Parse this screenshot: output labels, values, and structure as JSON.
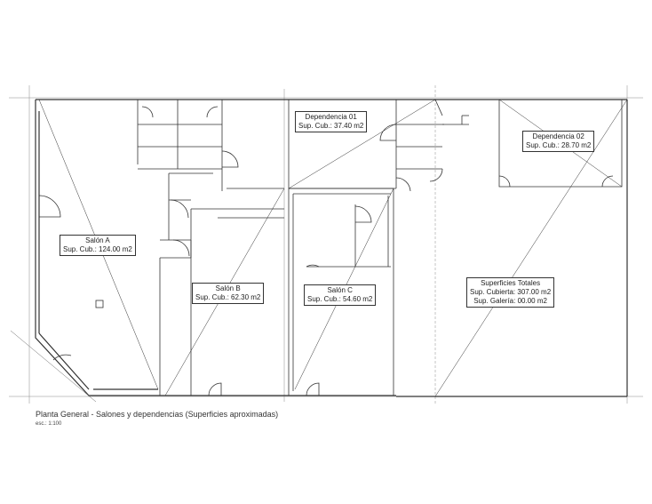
{
  "rooms": {
    "salon_a": {
      "name": "Salón A",
      "area": "Sup. Cub.: 124.00 m2"
    },
    "salon_b": {
      "name": "Salón B",
      "area": "Sup. Cub.: 62.30 m2"
    },
    "salon_c": {
      "name": "Salón C",
      "area": "Sup. Cub.: 54.60 m2"
    },
    "dependencia_01": {
      "name": "Dependencia 01",
      "area": "Sup. Cub.: 37.40 m2"
    },
    "dependencia_02": {
      "name": "Dependencia 02",
      "area": "Sup. Cub.: 28.70 m2"
    }
  },
  "totals": {
    "title": "Superficies Totales",
    "cubierta": "Sup. Cubierta: 307.00 m2",
    "galeria": "Sup. Galería: 00.00 m2"
  },
  "caption": "Planta General - Salones y dependencias (Superficies aproximadas)",
  "scale": "esc.: 1:100",
  "colors": {
    "line": "#333333",
    "wall": "#777777",
    "background": "#ffffff"
  }
}
